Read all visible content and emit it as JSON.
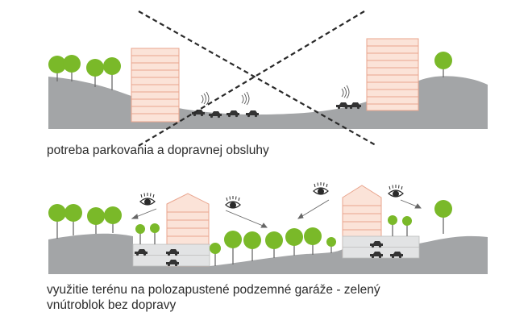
{
  "panels": {
    "top": {
      "caption": "potreba parkovania a dopravnej obsluhy"
    },
    "bottom": {
      "caption_line1": "využitie terénu na polozapustené podzemné garáže - zelený",
      "caption_line2": "vnútroblok bez dopravy"
    }
  },
  "colors": {
    "terrain": "#a3a5a7",
    "building_fill": "#fbe3d8",
    "building_stroke": "#e9a58e",
    "tree": "#7ab929",
    "trunk": "#6a6a6a",
    "garage": "#e2e3e4",
    "cross": "#2a2a2a",
    "eye": "#2a2a2a"
  },
  "icons": [
    "tree-icon",
    "eye-icon",
    "car-icon",
    "sound-wave-icon",
    "cross-out-icon"
  ]
}
